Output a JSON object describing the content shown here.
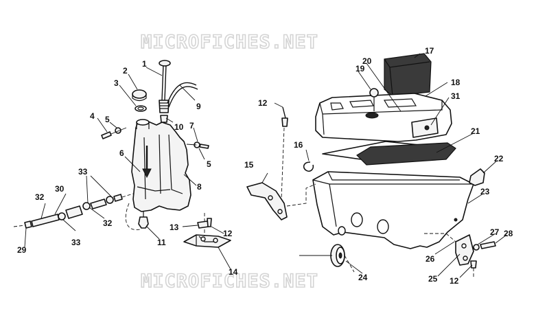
{
  "watermark": "MICROFICHES.NET",
  "callouts": {
    "c1": "1",
    "c2": "2",
    "c3": "3",
    "c4": "4",
    "c5a": "5",
    "c5b": "5",
    "c6": "6",
    "c7": "7",
    "c8": "8",
    "c9": "9",
    "c10": "10",
    "c11": "11",
    "c12a": "12",
    "c12b": "12",
    "c12c": "12",
    "c13": "13",
    "c14": "14",
    "c15": "15",
    "c16": "16",
    "c17": "17",
    "c18": "18",
    "c19": "19",
    "c20": "20",
    "c21": "21",
    "c22": "22",
    "c23": "23",
    "c24": "24",
    "c25": "25",
    "c26": "26",
    "c27": "27",
    "c28": "28",
    "c29": "29",
    "c30": "30",
    "c31": "31",
    "c32a": "32",
    "c32b": "32",
    "c33a": "33",
    "c33b": "33"
  },
  "icons": {
    "foam_pattern": "speckle-texture"
  }
}
